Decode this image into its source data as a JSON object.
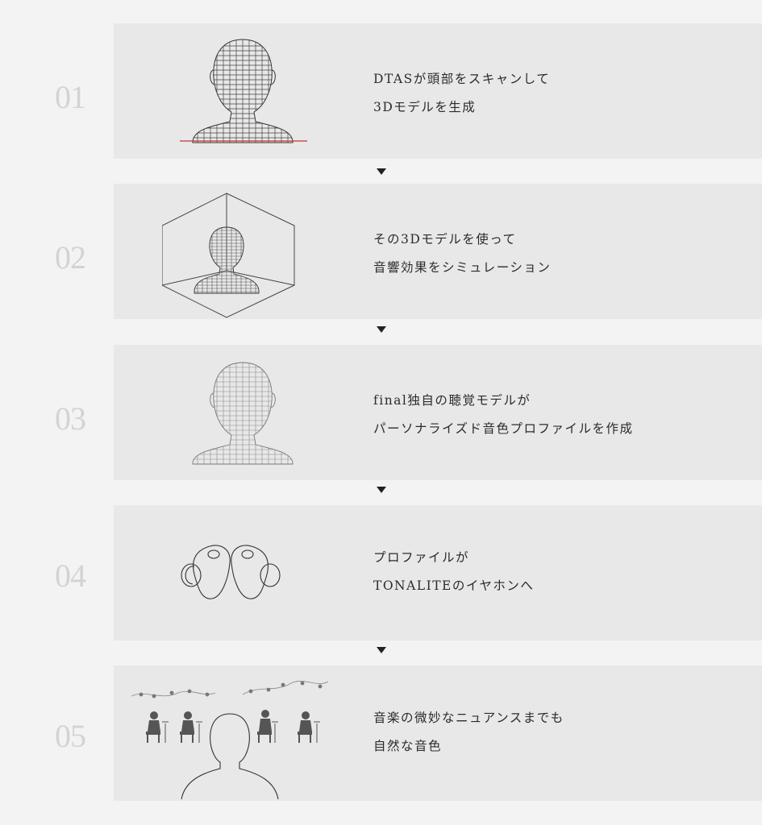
{
  "steps": [
    {
      "number": "01",
      "line1": "DTASが頭部をスキャンして",
      "line2": "3Dモデルを生成",
      "illustration_icon": "head-scan-wireframe-icon"
    },
    {
      "number": "02",
      "line1": "その3Dモデルを使って",
      "line2": "音響効果をシミュレーション",
      "illustration_icon": "room-simulation-icon"
    },
    {
      "number": "03",
      "line1": "final独自の聴覚モデルが",
      "line2": "パーソナライズド音色プロファイルを作成",
      "illustration_icon": "hearing-model-head-icon"
    },
    {
      "number": "04",
      "line1": "プロファイルが",
      "line2": "TONALITEのイヤホンへ",
      "illustration_icon": "earbuds-icon"
    },
    {
      "number": "05",
      "line1": "音楽の微妙なニュアンスまでも",
      "line2": "自然な音色",
      "illustration_icon": "listener-orchestra-icon"
    }
  ],
  "colors": {
    "page_bg": "#f3f3f3",
    "panel_bg": "#e8e8e8",
    "number": "#d3d3d3",
    "text": "#2b2b2b",
    "accent": "#c0392b"
  }
}
